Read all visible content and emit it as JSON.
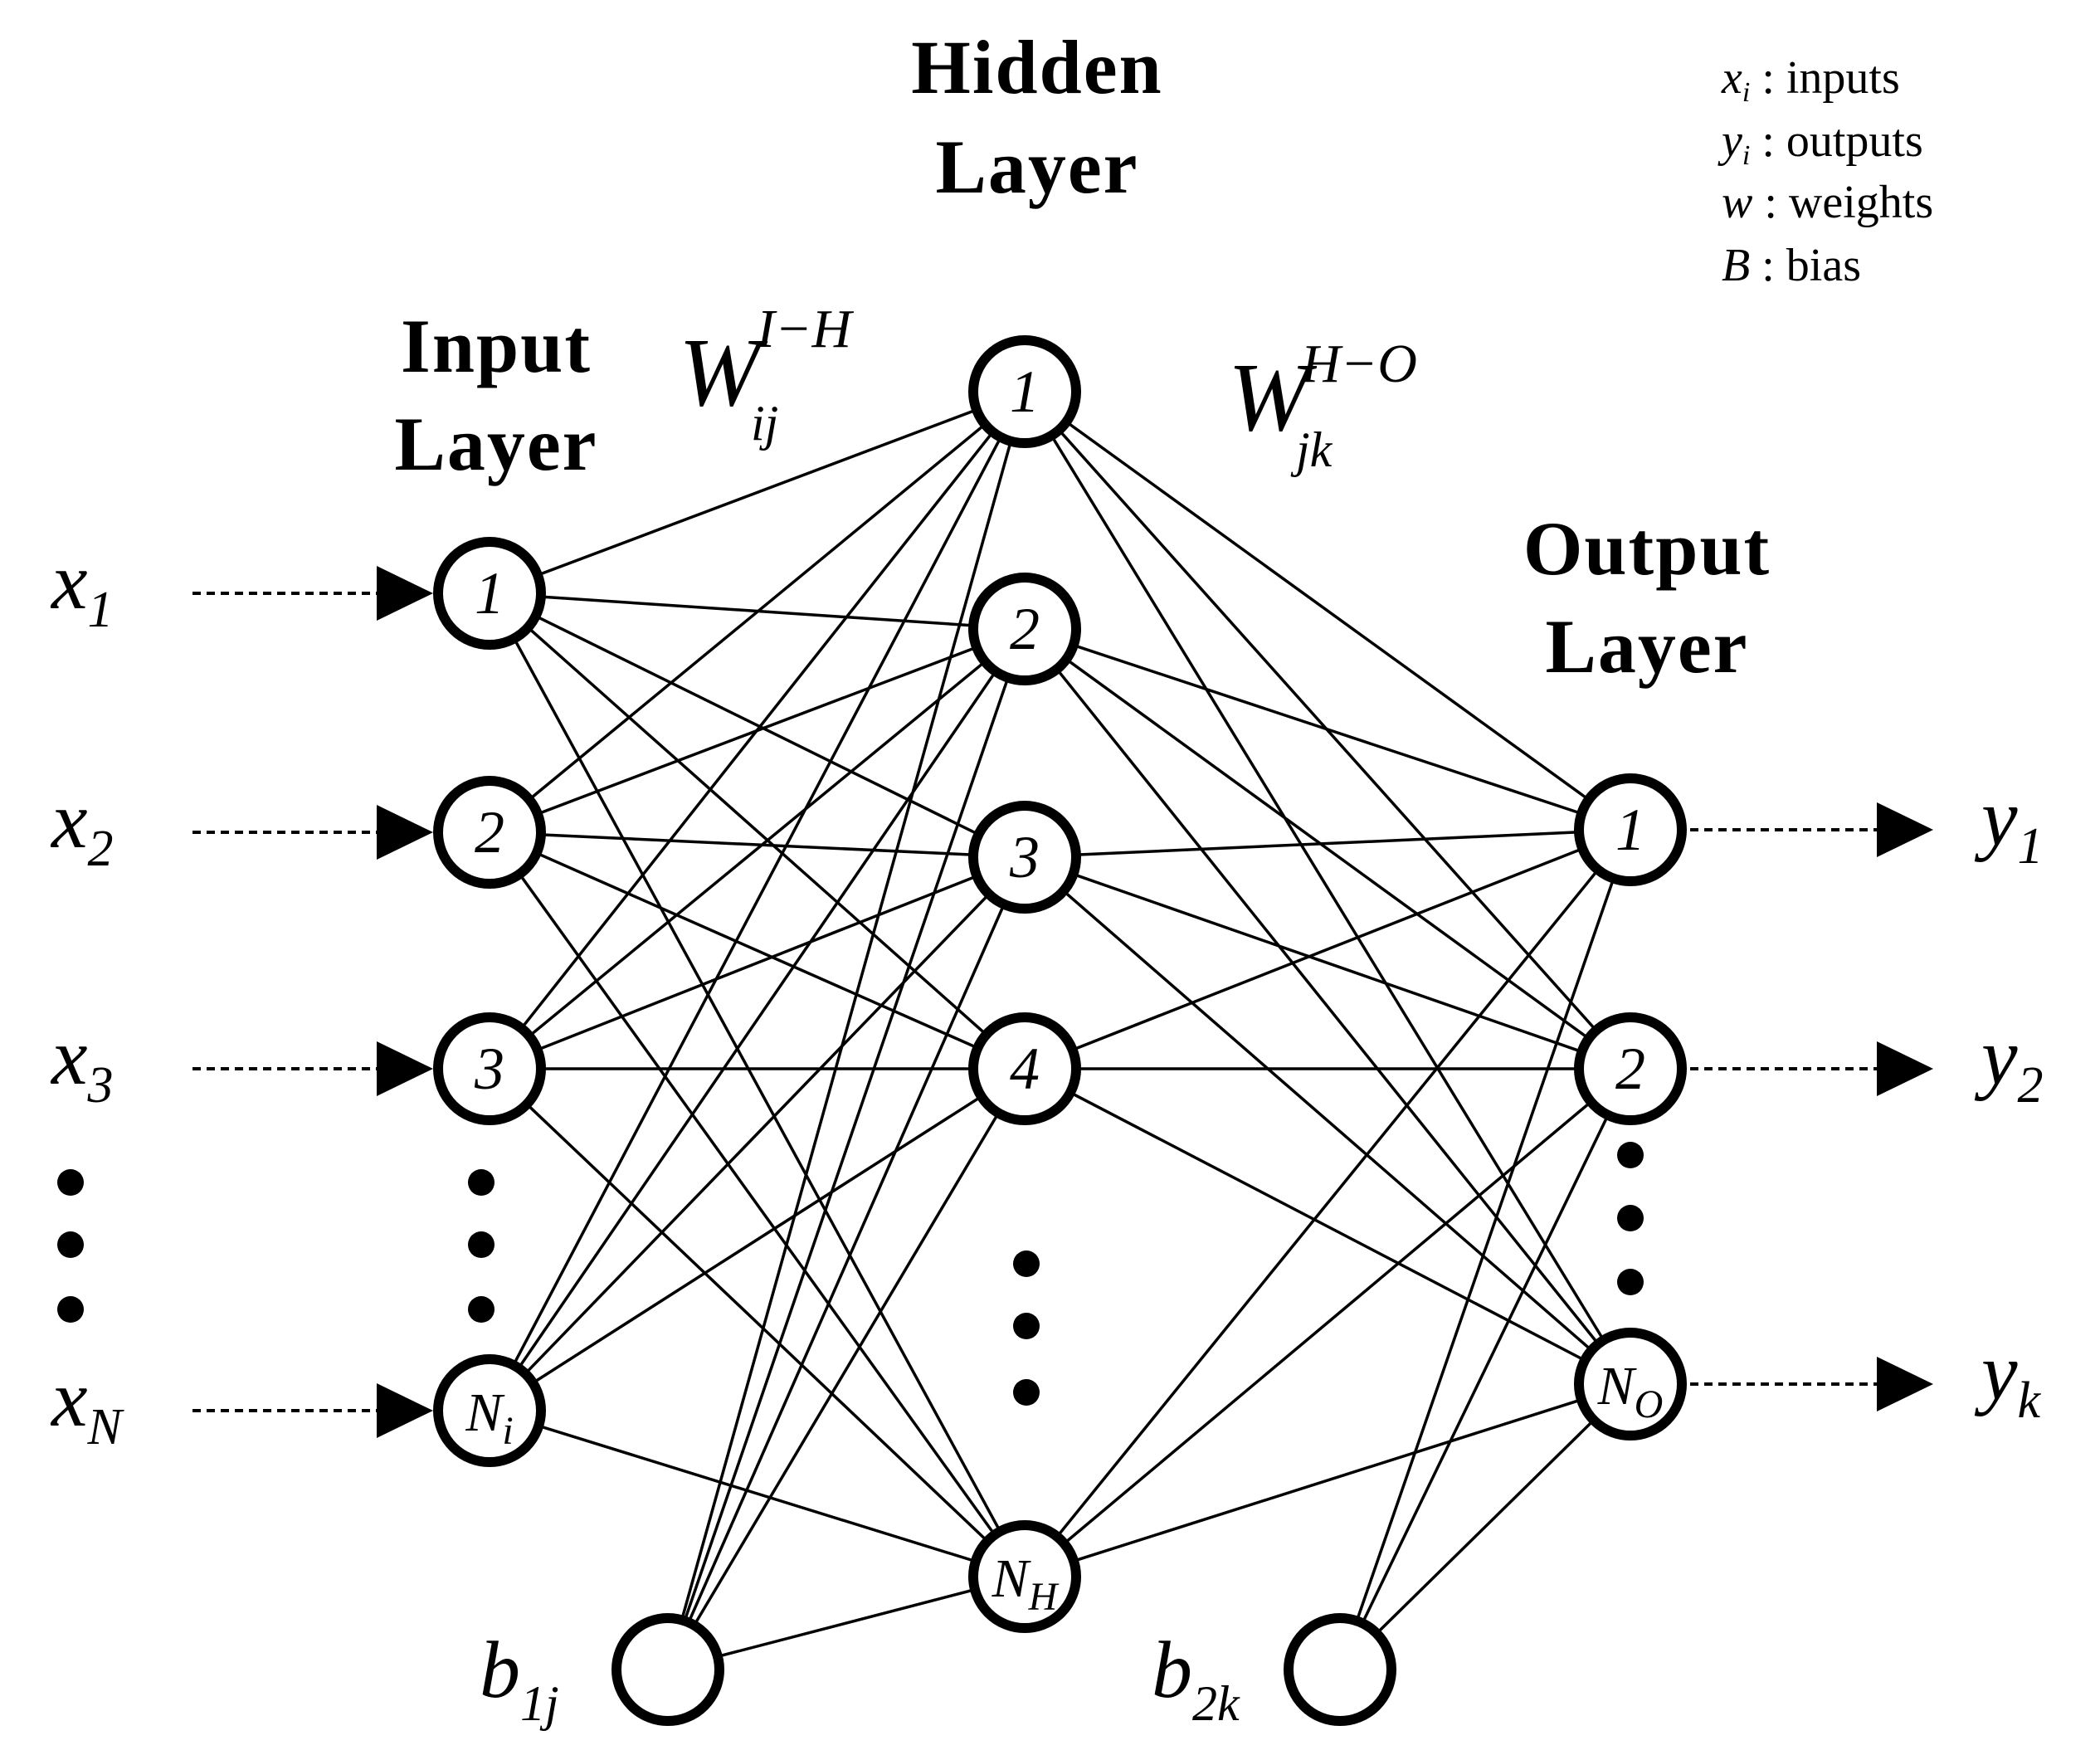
{
  "titles": {
    "hidden_line1": "Hidden",
    "hidden_line2": "Layer",
    "input_line1": "Input",
    "input_line2": "Layer",
    "output_line1": "Output",
    "output_line2": "Layer"
  },
  "legend": [
    {
      "symbol": "x",
      "sub": "i",
      "text": " : inputs"
    },
    {
      "symbol": "y",
      "sub": "i",
      "text": " : outputs"
    },
    {
      "symbol": "w",
      "sub": "",
      "text": " : weights"
    },
    {
      "symbol": "B",
      "sub": "",
      "text": " : bias"
    }
  ],
  "weights": {
    "ih": {
      "base": "W",
      "sub": "ij",
      "sup": "I−H"
    },
    "ho": {
      "base": "W",
      "sub": "jk",
      "sup": "H−O"
    }
  },
  "input_nodes": [
    {
      "label": "1",
      "sub": ""
    },
    {
      "label": "2",
      "sub": ""
    },
    {
      "label": "3",
      "sub": ""
    },
    {
      "label": "N",
      "sub": "i"
    }
  ],
  "hidden_nodes": [
    {
      "label": "1",
      "sub": ""
    },
    {
      "label": "2",
      "sub": ""
    },
    {
      "label": "3",
      "sub": ""
    },
    {
      "label": "4",
      "sub": ""
    },
    {
      "label": "N",
      "sub": "H"
    }
  ],
  "output_nodes": [
    {
      "label": "1",
      "sub": ""
    },
    {
      "label": "2",
      "sub": ""
    },
    {
      "label": "N",
      "sub": "O"
    }
  ],
  "inputs": [
    {
      "base": "x",
      "sub": "1"
    },
    {
      "base": "x",
      "sub": "2"
    },
    {
      "base": "x",
      "sub": "3"
    },
    {
      "base": "x",
      "sub": "N"
    }
  ],
  "outputs": [
    {
      "base": "y",
      "sub": "1"
    },
    {
      "base": "y",
      "sub": "2"
    },
    {
      "base": "y",
      "sub": "k"
    }
  ],
  "biases": [
    {
      "base": "b",
      "sub": "1j"
    },
    {
      "base": "b",
      "sub": "2k"
    }
  ]
}
